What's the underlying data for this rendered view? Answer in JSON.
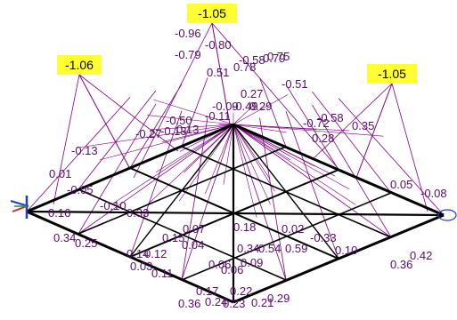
{
  "colors": {
    "background": "#ffffff",
    "frame": "#000000",
    "diagram": "#800080",
    "label": "#5a0a6e",
    "highlight": "#ffff33",
    "axis_x": "#1f3fbf",
    "axis_y": "#2a9d2a",
    "axis_z": "#d62728"
  },
  "icons": [
    "axis-triad-icon"
  ],
  "highlighted_values": [
    "-1.05",
    "-1.06",
    "-1.05"
  ],
  "value_labels": [
    "-0.96",
    "-0.80",
    "-0.79",
    "0.51",
    "-0.58",
    "0.78",
    "0.79",
    "0.75",
    "-0.51",
    "0.27",
    "-0.09",
    "-0.49",
    "0.29",
    "-0.50",
    "-0.13",
    "-0.27",
    "-0.13",
    "0.13",
    "-0.11",
    "-0.58",
    "-0.72",
    "0.35",
    "0.28",
    "0.01",
    "0.05",
    "-0.05",
    "-0.08",
    "-0.10",
    "0.33",
    "0.07",
    "0.18",
    "0.34",
    "0.54",
    "0.59",
    "0.06",
    "0.14",
    "0.12",
    "0.03",
    "0.11",
    "0.04",
    "0.09",
    "0.06",
    "0.17",
    "0.24",
    "0.23",
    "0.21",
    "0.29",
    "0.36",
    "0.42",
    "0.10",
    "-0.33",
    "0.02",
    "0.15",
    "0.25",
    "0.34",
    "0.16",
    "0.36",
    "0.22"
  ]
}
